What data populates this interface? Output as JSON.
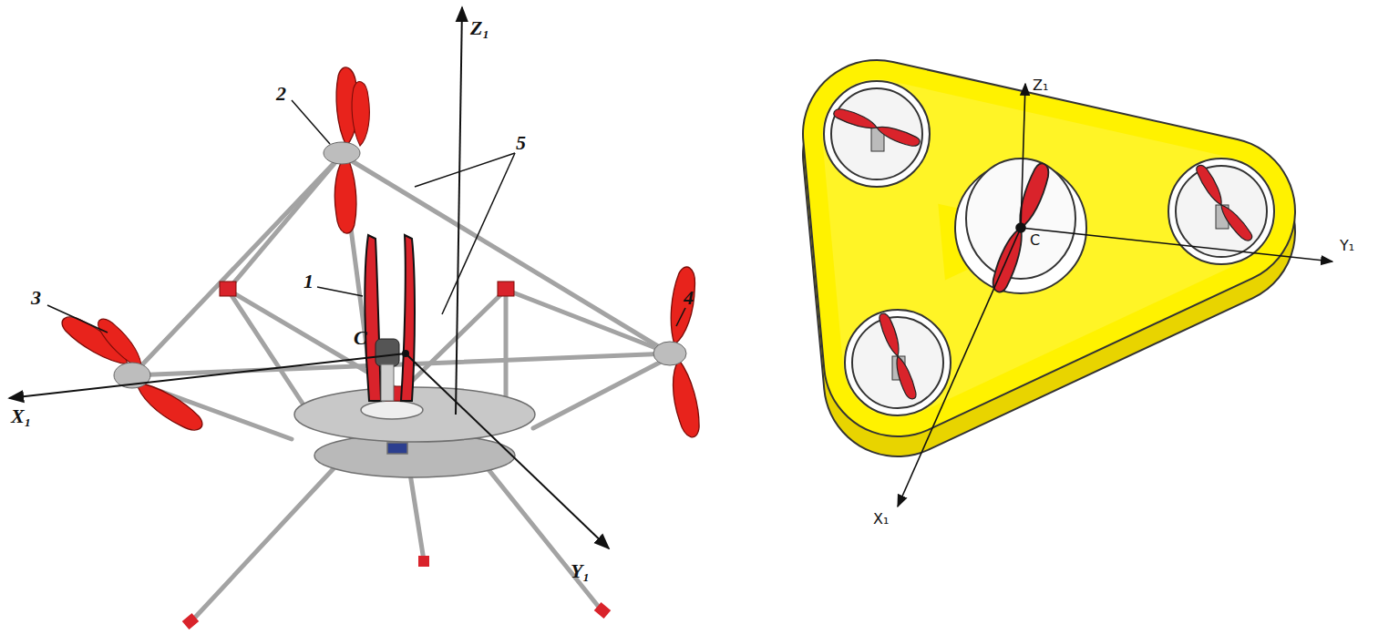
{
  "diagram": {
    "labels": [
      "Z₁",
      "2",
      "5",
      "1",
      "3",
      "4",
      "C",
      "X₁",
      "Y₁",
      "Z₁",
      "C",
      "Y₁",
      "X₁"
    ]
  }
}
